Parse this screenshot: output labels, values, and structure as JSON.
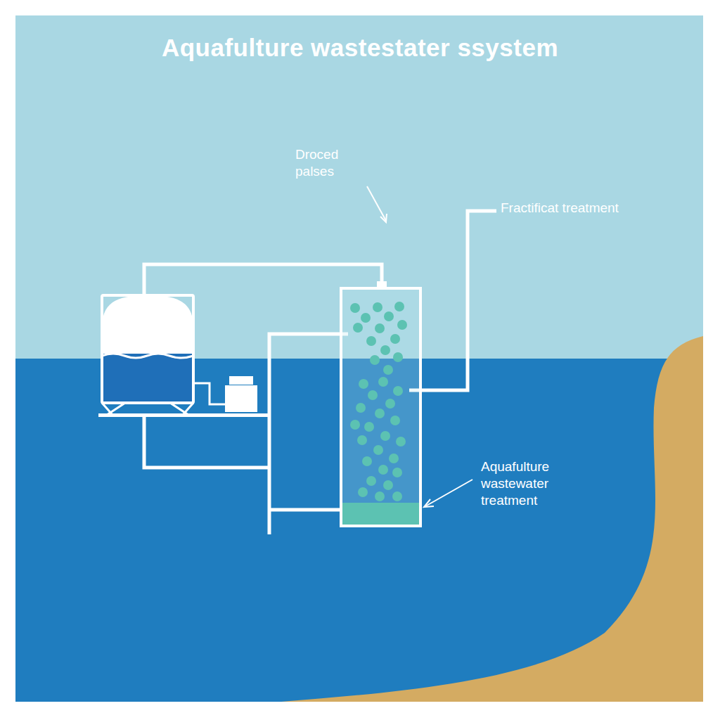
{
  "diagram": {
    "title": "Aquafulture wastestater ssystem",
    "labels": [
      "Droced palses",
      "Fractificat treatment",
      "Aquafulture wastewater treatment"
    ]
  }
}
